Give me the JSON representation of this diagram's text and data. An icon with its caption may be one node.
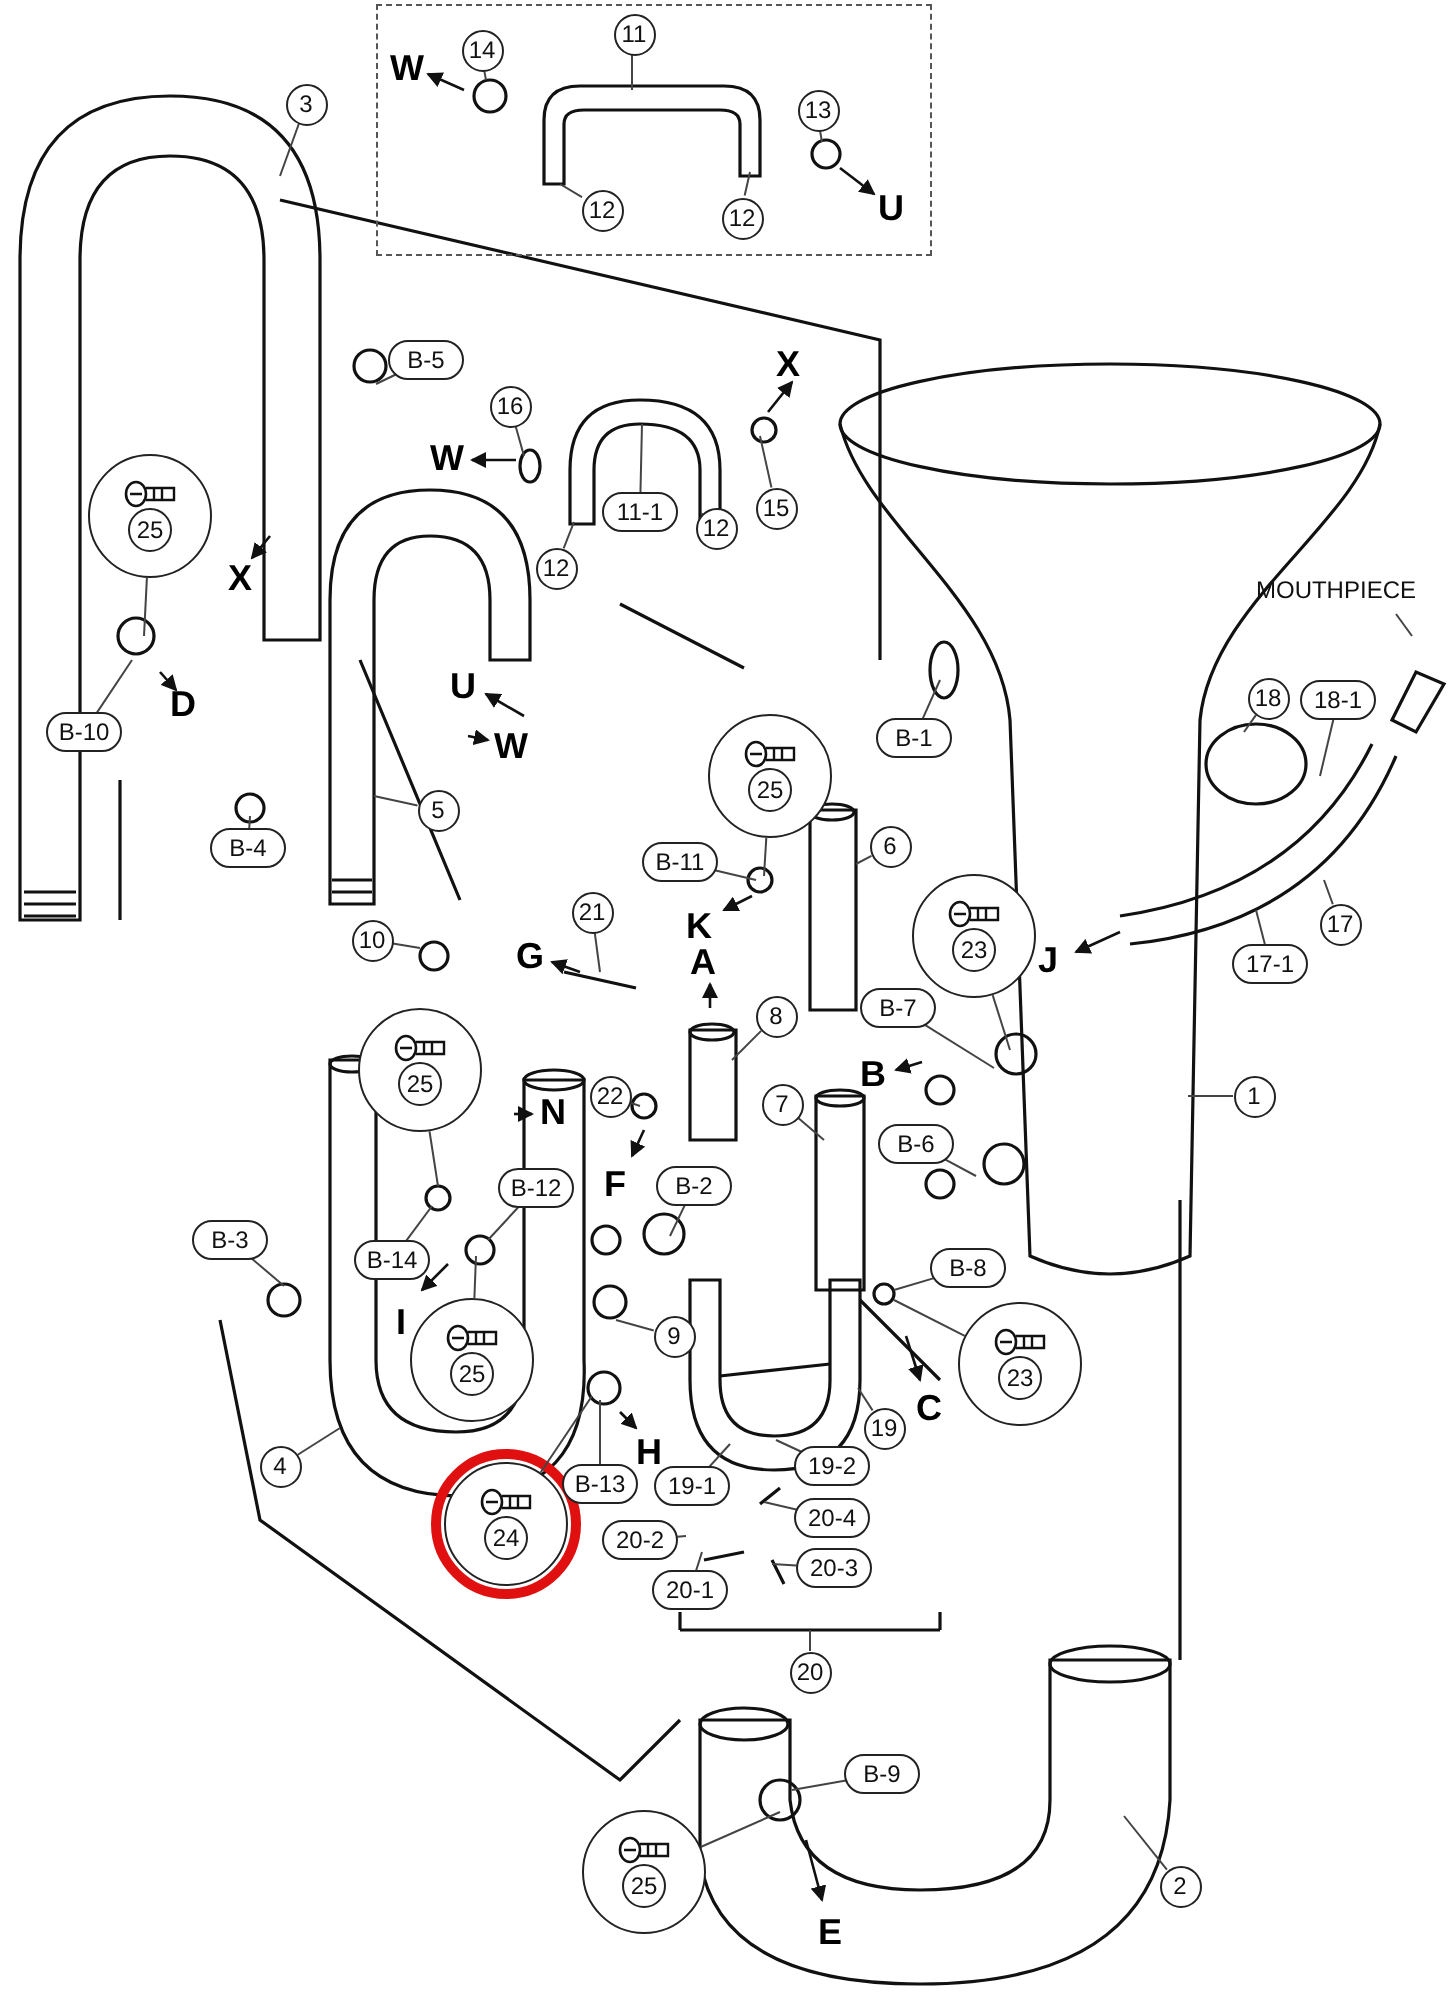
{
  "diagram": {
    "nodes": [
      {
        "text": [],
        "shape": "box"
      },
      {
        "text": [
          "14"
        ],
        "in": 0
      },
      {
        "text": [
          "11"
        ],
        "in": 0
      },
      {
        "text": [
          "12"
        ],
        "in": 0
      },
      {
        "text": [
          "12"
        ],
        "in": 0
      },
      {
        "text": [
          "13"
        ],
        "in": 0
      },
      {
        "text": [
          "3"
        ]
      },
      {
        "text": [
          "B-5"
        ]
      },
      {
        "text": [
          "16"
        ]
      },
      {
        "text": [
          "11-1"
        ]
      },
      {
        "text": [
          "12"
        ]
      },
      {
        "text": [
          "12"
        ]
      },
      {
        "text": [
          "15"
        ]
      },
      {
        "text": [
          "25"
        ]
      },
      {
        "text": [
          "B-10"
        ]
      },
      {
        "text": [
          "B-4"
        ]
      },
      {
        "text": [
          "5"
        ]
      },
      {
        "text": [
          "B-1"
        ]
      },
      {
        "text": [
          "MOUTHPIECE"
        ]
      },
      {
        "text": [
          "18"
        ]
      },
      {
        "text": [
          "18-1"
        ]
      },
      {
        "text": [
          "6"
        ]
      },
      {
        "text": [
          "25"
        ]
      },
      {
        "text": [
          "B-11"
        ]
      },
      {
        "text": [
          "17"
        ]
      },
      {
        "text": [
          "17-1"
        ]
      },
      {
        "text": [
          "23"
        ]
      },
      {
        "text": [
          "21"
        ]
      },
      {
        "text": [
          "B-7"
        ]
      },
      {
        "text": [
          "10"
        ]
      },
      {
        "text": [
          "8"
        ]
      },
      {
        "text": [
          "25"
        ]
      },
      {
        "text": [
          "22"
        ]
      },
      {
        "text": [
          "7"
        ]
      },
      {
        "text": [
          "1"
        ]
      },
      {
        "text": [
          "B-6"
        ]
      },
      {
        "text": [
          "B-12"
        ]
      },
      {
        "text": [
          "B-2"
        ]
      },
      {
        "text": [
          "B-14"
        ]
      },
      {
        "text": [
          "B-3"
        ]
      },
      {
        "text": [
          "9"
        ]
      },
      {
        "text": [
          "B-8"
        ]
      },
      {
        "text": [
          "23"
        ]
      },
      {
        "text": [
          "25"
        ]
      },
      {
        "text": [
          "19"
        ]
      },
      {
        "text": [
          "4"
        ]
      },
      {
        "text": [
          "B-13"
        ]
      },
      {
        "text": [
          "19-1"
        ]
      },
      {
        "text": [
          "19-2"
        ]
      },
      {
        "text": [
          "24"
        ]
      },
      {
        "text": [
          "20-4"
        ]
      },
      {
        "text": [
          "20-2"
        ]
      },
      {
        "text": [
          "20-3"
        ]
      },
      {
        "text": [
          "20-1"
        ]
      },
      {
        "text": [
          "20"
        ]
      },
      {
        "text": [
          "B-9"
        ]
      },
      {
        "text": [
          "25"
        ]
      },
      {
        "text": [
          "2"
        ]
      }
    ],
    "edges": [
      {
        "from": 1,
        "to": null,
        "arrow": "none"
      },
      {
        "from": 2,
        "to": null,
        "arrow": "none"
      },
      {
        "from": 3,
        "to": null,
        "arrow": "none"
      },
      {
        "from": 4,
        "to": null,
        "arrow": "none"
      },
      {
        "from": 5,
        "to": null,
        "arrow": "none"
      },
      {
        "from": 6,
        "to": null,
        "arrow": "none"
      },
      {
        "from": 7,
        "to": null,
        "arrow": "none"
      },
      {
        "from": 8,
        "to": null,
        "arrow": "none"
      },
      {
        "from": 9,
        "to": null,
        "arrow": "none"
      },
      {
        "from": 10,
        "to": null,
        "arrow": "none"
      },
      {
        "from": 11,
        "to": null,
        "arrow": "none"
      },
      {
        "from": 12,
        "to": null,
        "arrow": "none"
      },
      {
        "from": 13,
        "to": null,
        "arrow": "none"
      },
      {
        "from": 14,
        "to": null,
        "arrow": "none"
      },
      {
        "from": 15,
        "to": null,
        "arrow": "none"
      },
      {
        "from": 16,
        "to": null,
        "arrow": "none"
      },
      {
        "from": 17,
        "to": null,
        "arrow": "none"
      },
      {
        "from": 18,
        "to": null,
        "arrow": "none"
      },
      {
        "from": 19,
        "to": null,
        "arrow": "none"
      },
      {
        "from": 20,
        "to": null,
        "arrow": "none"
      },
      {
        "from": 21,
        "to": null,
        "arrow": "none"
      },
      {
        "from": 22,
        "to": null,
        "arrow": "none"
      },
      {
        "from": 23,
        "to": null,
        "arrow": "none"
      },
      {
        "from": 24,
        "to": null,
        "arrow": "none"
      },
      {
        "from": 25,
        "to": null,
        "arrow": "none"
      },
      {
        "from": 26,
        "to": null,
        "arrow": "none"
      },
      {
        "from": 27,
        "to": null,
        "arrow": "none"
      },
      {
        "from": 28,
        "to": null,
        "arrow": "none"
      },
      {
        "from": 29,
        "to": null,
        "arrow": "none"
      },
      {
        "from": 30,
        "to": null,
        "arrow": "none"
      },
      {
        "from": 31,
        "to": null,
        "arrow": "none"
      },
      {
        "from": 32,
        "to": null,
        "arrow": "none"
      },
      {
        "from": 33,
        "to": null,
        "arrow": "none"
      },
      {
        "from": 34,
        "to": null,
        "arrow": "none"
      },
      {
        "from": 35,
        "to": null,
        "arrow": "none"
      },
      {
        "from": 36,
        "to": null,
        "arrow": "none"
      },
      {
        "from": 37,
        "to": null,
        "arrow": "none"
      },
      {
        "from": 38,
        "to": null,
        "arrow": "none"
      },
      {
        "from": 39,
        "to": null,
        "arrow": "none"
      },
      {
        "from": 40,
        "to": null,
        "arrow": "none"
      },
      {
        "from": 41,
        "to": null,
        "arrow": "none"
      },
      {
        "from": 42,
        "to": null,
        "arrow": "none"
      },
      {
        "from": 43,
        "to": null,
        "arrow": "none"
      },
      {
        "from": 44,
        "to": null,
        "arrow": "none"
      },
      {
        "from": 45,
        "to": null,
        "arrow": "none"
      },
      {
        "from": 46,
        "to": null,
        "arrow": "none"
      },
      {
        "from": 47,
        "to": null,
        "arrow": "none"
      },
      {
        "from": 48,
        "to": null,
        "arrow": "none"
      },
      {
        "from": 49,
        "to": null,
        "arrow": "none"
      },
      {
        "from": 50,
        "to": null,
        "arrow": "none"
      },
      {
        "from": 51,
        "to": null,
        "arrow": "none"
      },
      {
        "from": 52,
        "to": null,
        "arrow": "none"
      },
      {
        "from": 53,
        "to": null,
        "arrow": "none"
      },
      {
        "from": 54,
        "to": null,
        "arrow": "none"
      },
      {
        "from": 55,
        "to": null,
        "arrow": "none"
      },
      {
        "from": 56,
        "to": null,
        "arrow": "none"
      },
      {
        "from": 57,
        "to": null,
        "arrow": "none"
      }
    ],
    "labels": [
      "W",
      "U",
      "X",
      "W",
      "X",
      "U",
      "D",
      "W",
      "K",
      "G",
      "J",
      "A",
      "B",
      "N",
      "F",
      "I",
      "C",
      "H",
      "E"
    ]
  }
}
